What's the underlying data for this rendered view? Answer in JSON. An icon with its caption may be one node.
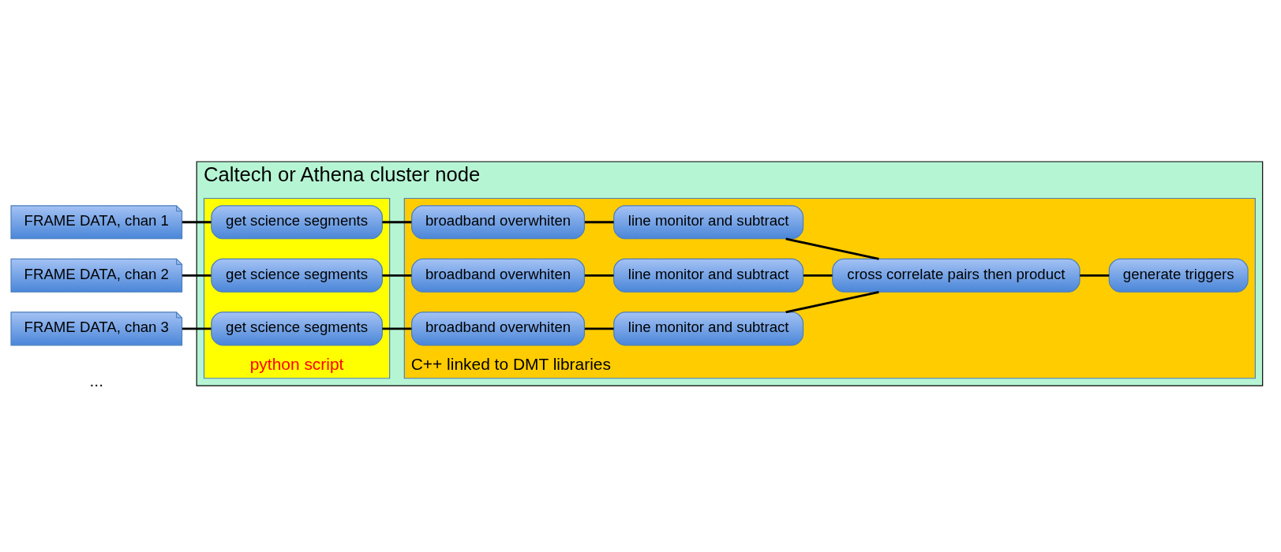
{
  "diagram": {
    "nodes": [
      {
        "text": [
          "Caltech or Athena cluster node"
        ]
      },
      {
        "text": [
          "FRAME DATA, chan 1"
        ]
      },
      {
        "text": [
          "FRAME DATA, chan 2"
        ]
      },
      {
        "text": [
          "FRAME DATA, chan 3"
        ]
      },
      {
        "text": [
          "python script"
        ],
        "in": 0
      },
      {
        "text": [
          "get science segments"
        ],
        "in": 4
      },
      {
        "text": [
          "get science segments"
        ],
        "in": 4
      },
      {
        "text": [
          "get science segments"
        ],
        "in": 4
      },
      {
        "text": [
          "C++ linked to DMT libraries"
        ],
        "in": 0
      },
      {
        "text": [
          "broadband overwhiten"
        ],
        "in": 8
      },
      {
        "text": [
          "broadband overwhiten"
        ],
        "in": 8
      },
      {
        "text": [
          "broadband overwhiten"
        ],
        "in": 8
      },
      {
        "text": [
          "line monitor and subtract"
        ],
        "in": 8
      },
      {
        "text": [
          "line monitor and subtract"
        ],
        "in": 8
      },
      {
        "text": [
          "line monitor and subtract"
        ],
        "in": 8
      },
      {
        "text": [
          "cross correlate pairs then product"
        ],
        "in": 8
      },
      {
        "text": [
          "generate triggers"
        ],
        "in": 8
      }
    ],
    "edges": [
      {
        "from": 1,
        "to": 5,
        "arrow": "none"
      },
      {
        "from": 2,
        "to": 6,
        "arrow": "none"
      },
      {
        "from": 3,
        "to": 7,
        "arrow": "none"
      },
      {
        "from": 5,
        "to": 9,
        "arrow": "none"
      },
      {
        "from": 6,
        "to": 10,
        "arrow": "none"
      },
      {
        "from": 7,
        "to": 11,
        "arrow": "none"
      },
      {
        "from": 9,
        "to": 12,
        "arrow": "none"
      },
      {
        "from": 10,
        "to": 13,
        "arrow": "none"
      },
      {
        "from": 11,
        "to": 14,
        "arrow": "none"
      },
      {
        "from": 12,
        "to": 15,
        "arrow": "none"
      },
      {
        "from": 13,
        "to": 15,
        "arrow": "none"
      },
      {
        "from": 14,
        "to": 15,
        "arrow": "none"
      },
      {
        "from": 15,
        "to": 16,
        "arrow": "none"
      }
    ],
    "labels": [
      "..."
    ]
  }
}
